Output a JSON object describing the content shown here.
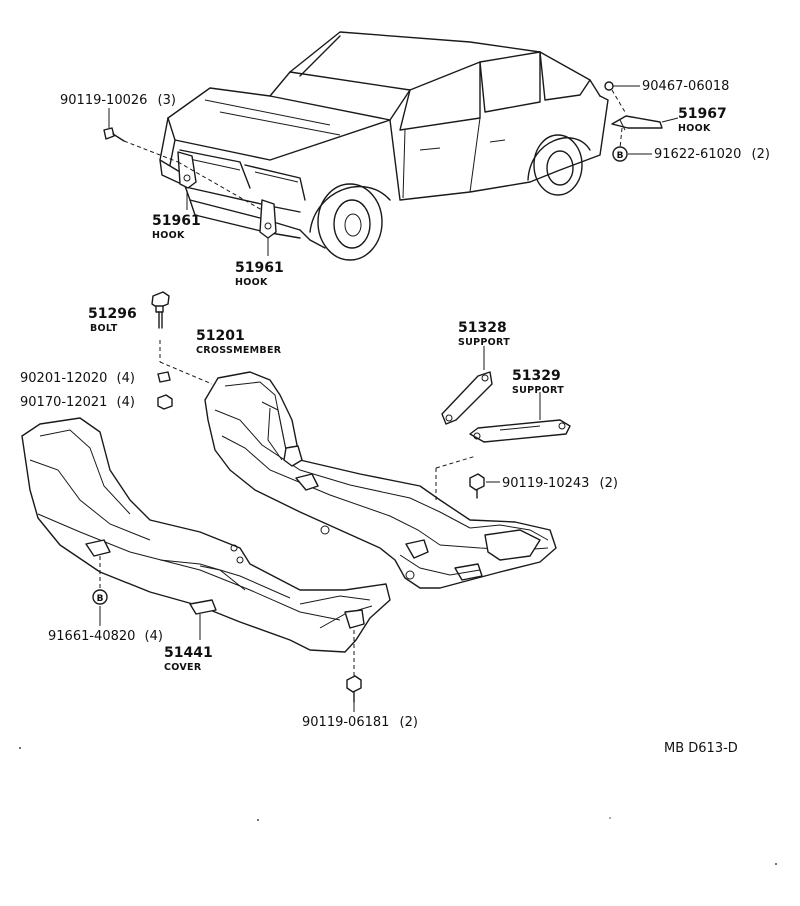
{
  "diagram_code": "MB D613-D",
  "parts": {
    "bolt_front_hook": {
      "number": "90119-10026",
      "qty": "(3)"
    },
    "hook_front_left": {
      "number": "51961",
      "name": "HOOK"
    },
    "hook_front_right": {
      "number": "51961",
      "name": "HOOK"
    },
    "washer_rear_hook": {
      "number": "90467-06018"
    },
    "hook_rear": {
      "number": "51967",
      "name": "HOOK"
    },
    "bolt_rear_hook": {
      "number": "91622-61020",
      "qty": "(2)"
    },
    "bolt_crossmember": {
      "number": "51296",
      "name": "BOLT"
    },
    "crossmember": {
      "number": "51201",
      "name": "CROSSMEMBER"
    },
    "washer_crossmember": {
      "number": "90201-12020",
      "qty": "(4)"
    },
    "nut_crossmember": {
      "number": "90170-12021",
      "qty": "(4)"
    },
    "support_1": {
      "number": "51328",
      "name": "SUPPORT"
    },
    "support_2": {
      "number": "51329",
      "name": "SUPPORT"
    },
    "bolt_support": {
      "number": "90119-10243",
      "qty": "(2)"
    },
    "bolt_cover_b": {
      "number": "91661-40820",
      "qty": "(4)"
    },
    "cover": {
      "number": "51441",
      "name": "COVER"
    },
    "bolt_cover_rear": {
      "number": "90119-06181",
      "qty": "(2)"
    }
  },
  "callout_marker": "B"
}
